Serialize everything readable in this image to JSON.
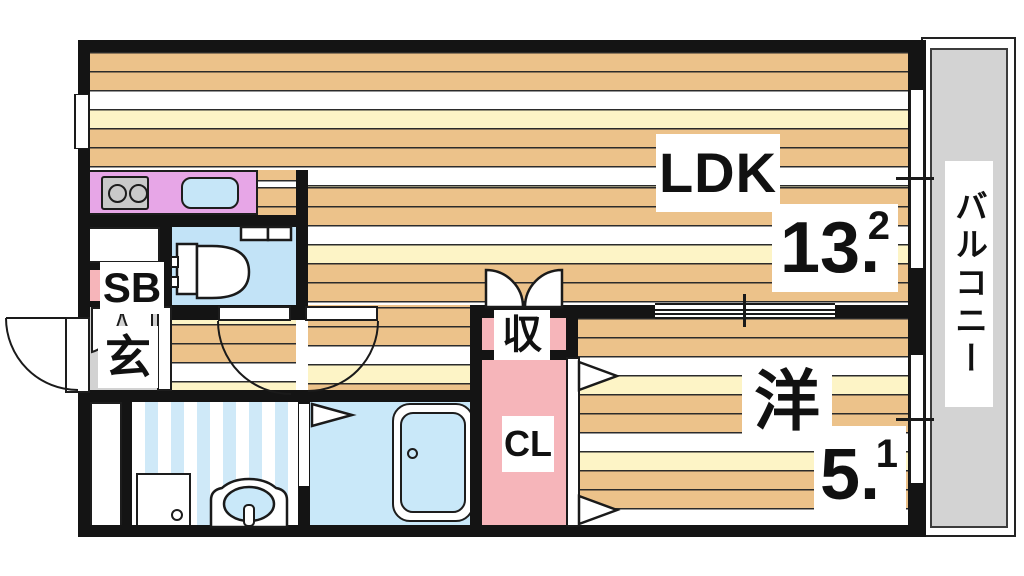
{
  "title": "1LDK apartment floor plan",
  "labels": {
    "ldk": "LDK",
    "ldk_size": "13.",
    "ldk_size_sup": "2",
    "western_room": "洋",
    "western_size": "5.",
    "western_size_sup": "1",
    "balcony": "バルコニー",
    "entrance": "玄",
    "shoe_box": "SB",
    "storage": "収",
    "closet": "CL"
  },
  "rooms": [
    {
      "name": "LDK",
      "size_tatami": "13.2"
    },
    {
      "name": "洋 (western room)",
      "size_tatami": "5.1"
    },
    {
      "name": "バルコニー (balcony)"
    },
    {
      "name": "玄 (entrance)"
    },
    {
      "name": "SB (shoe box)"
    },
    {
      "name": "収 (storage)"
    },
    {
      "name": "CL (closet)"
    },
    {
      "name": "kitchen"
    },
    {
      "name": "toilet"
    },
    {
      "name": "washroom"
    },
    {
      "name": "bathroom"
    }
  ],
  "colors": {
    "wall": "#141414",
    "floor_tan": "#ecc28a",
    "floor_cream": "#fdf4c6",
    "kitchen_purple": "#e7a6e7",
    "water_blue": "#c4e4f7",
    "closet_pink": "#f6b5ba",
    "entrance_gray": "#d2d2d2",
    "balcony_gray": "#d3d3d3"
  }
}
